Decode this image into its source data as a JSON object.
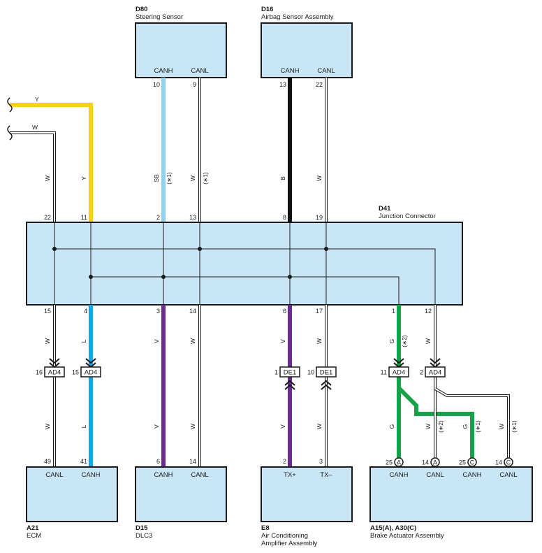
{
  "colors": {
    "yellow": "#f7d117",
    "lightblue": "#8fd3f0",
    "black": "#111111",
    "blue": "#1aa6e6",
    "purple": "#6a2d8f",
    "green": "#17a24a",
    "white_wire": "#ffffff",
    "box_fill": "#c8e6f6"
  },
  "components": {
    "d80": {
      "code": "D80",
      "name": "Steering Sensor",
      "pins": [
        "CANH",
        "CANL"
      ],
      "pin_numbers": [
        "10",
        "9"
      ]
    },
    "d16": {
      "code": "D16",
      "name": "Airbag Sensor Assembly",
      "pins": [
        "CANH",
        "CANL"
      ],
      "pin_numbers": [
        "13",
        "22"
      ]
    },
    "d41": {
      "code": "D41",
      "name": "Junction Connector",
      "top_pins": [
        "22",
        "11",
        "2",
        "13",
        "8",
        "19"
      ],
      "bottom_pins": [
        "15",
        "4",
        "3",
        "14",
        "6",
        "17",
        "1",
        "12"
      ]
    },
    "a21": {
      "code": "A21",
      "name": "ECM",
      "pins": [
        "CANL",
        "CANH"
      ],
      "pin_numbers": [
        "49",
        "41"
      ]
    },
    "d15": {
      "code": "D15",
      "name": "DLC3",
      "pins": [
        "CANH",
        "CANL"
      ],
      "pin_numbers": [
        "6",
        "14"
      ]
    },
    "e8": {
      "code": "E8",
      "name": "Air Conditioning",
      "name2": "Amplifier Assembly",
      "pins": [
        "TX+",
        "TX–"
      ],
      "pin_numbers": [
        "2",
        "3"
      ]
    },
    "a15": {
      "code": "A15(A), A30(C)",
      "name": "Brake Actuator Assembly",
      "pins": [
        "CANH",
        "CANL",
        "CANH",
        "CANL"
      ],
      "pin_numbers": [
        "25",
        "14",
        "25",
        "14"
      ],
      "sub": [
        "A",
        "A",
        "C",
        "C"
      ]
    }
  },
  "wires": {
    "left_y": "Y",
    "left_w": "W",
    "top_labels": [
      "W",
      "Y",
      "SB",
      "(∗1)",
      "W",
      "(∗1)",
      "B",
      "W"
    ],
    "mid_labels": [
      "W",
      "L",
      "V",
      "W",
      "V",
      "W",
      "G",
      "W"
    ],
    "low_labels": [
      "W",
      "L",
      "V",
      "W",
      "G",
      "W",
      "(∗2)",
      "G",
      "(∗1)",
      "W",
      "(∗1)"
    ]
  },
  "connectors": {
    "ad4_a": {
      "code": "AD4",
      "pin": "16"
    },
    "ad4_b": {
      "code": "AD4",
      "pin": "15"
    },
    "de1_a": {
      "code": "DE1",
      "pin": "1"
    },
    "de1_b": {
      "code": "DE1",
      "pin": "10"
    },
    "ad4_c": {
      "code": "AD4",
      "pin": "11"
    },
    "ad4_d": {
      "code": "AD4",
      "pin": "2"
    },
    "g_note": "(∗2)"
  }
}
